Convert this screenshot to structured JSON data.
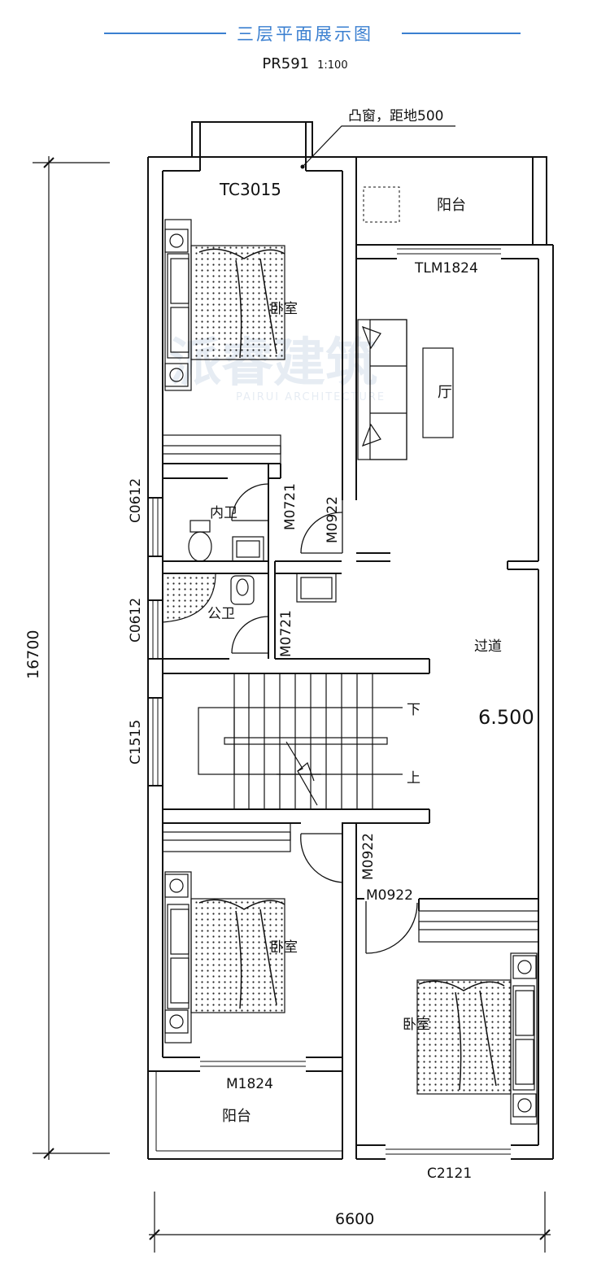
{
  "header": {
    "title": "三层平面展示图",
    "plan_code": "PR591",
    "scale": "1:100",
    "accent_color": "#3a7fd0"
  },
  "annotations": {
    "bay_window_note": "凸窗，距地500",
    "level": "6.500",
    "dim_total_height": "16700",
    "dim_total_width": "6600"
  },
  "rooms": {
    "bedroom_top": "卧室",
    "balcony_top": "阳台",
    "living": "厅",
    "ensuite_bath": "内卫",
    "public_bath": "公卫",
    "corridor": "过道",
    "stair_down": "下",
    "stair_up": "上",
    "bedroom_bottom_left": "卧室",
    "bedroom_bottom_right": "卧室",
    "balcony_bottom": "阳台"
  },
  "openings": {
    "tc3015": "TC3015",
    "tlm1824": "TLM1824",
    "c0612_a": "C0612",
    "c0612_b": "C0612",
    "c1515": "C1515",
    "m0721_a": "M0721",
    "m0721_b": "M0721",
    "m0922_a": "M0922",
    "m0922_b": "M0922",
    "m0922_c": "M0922",
    "m1824": "M1824",
    "c2121": "C2121"
  },
  "watermark": {
    "text": "派睿建筑",
    "subtext": "PAIRUI ARCHITECTURE"
  }
}
